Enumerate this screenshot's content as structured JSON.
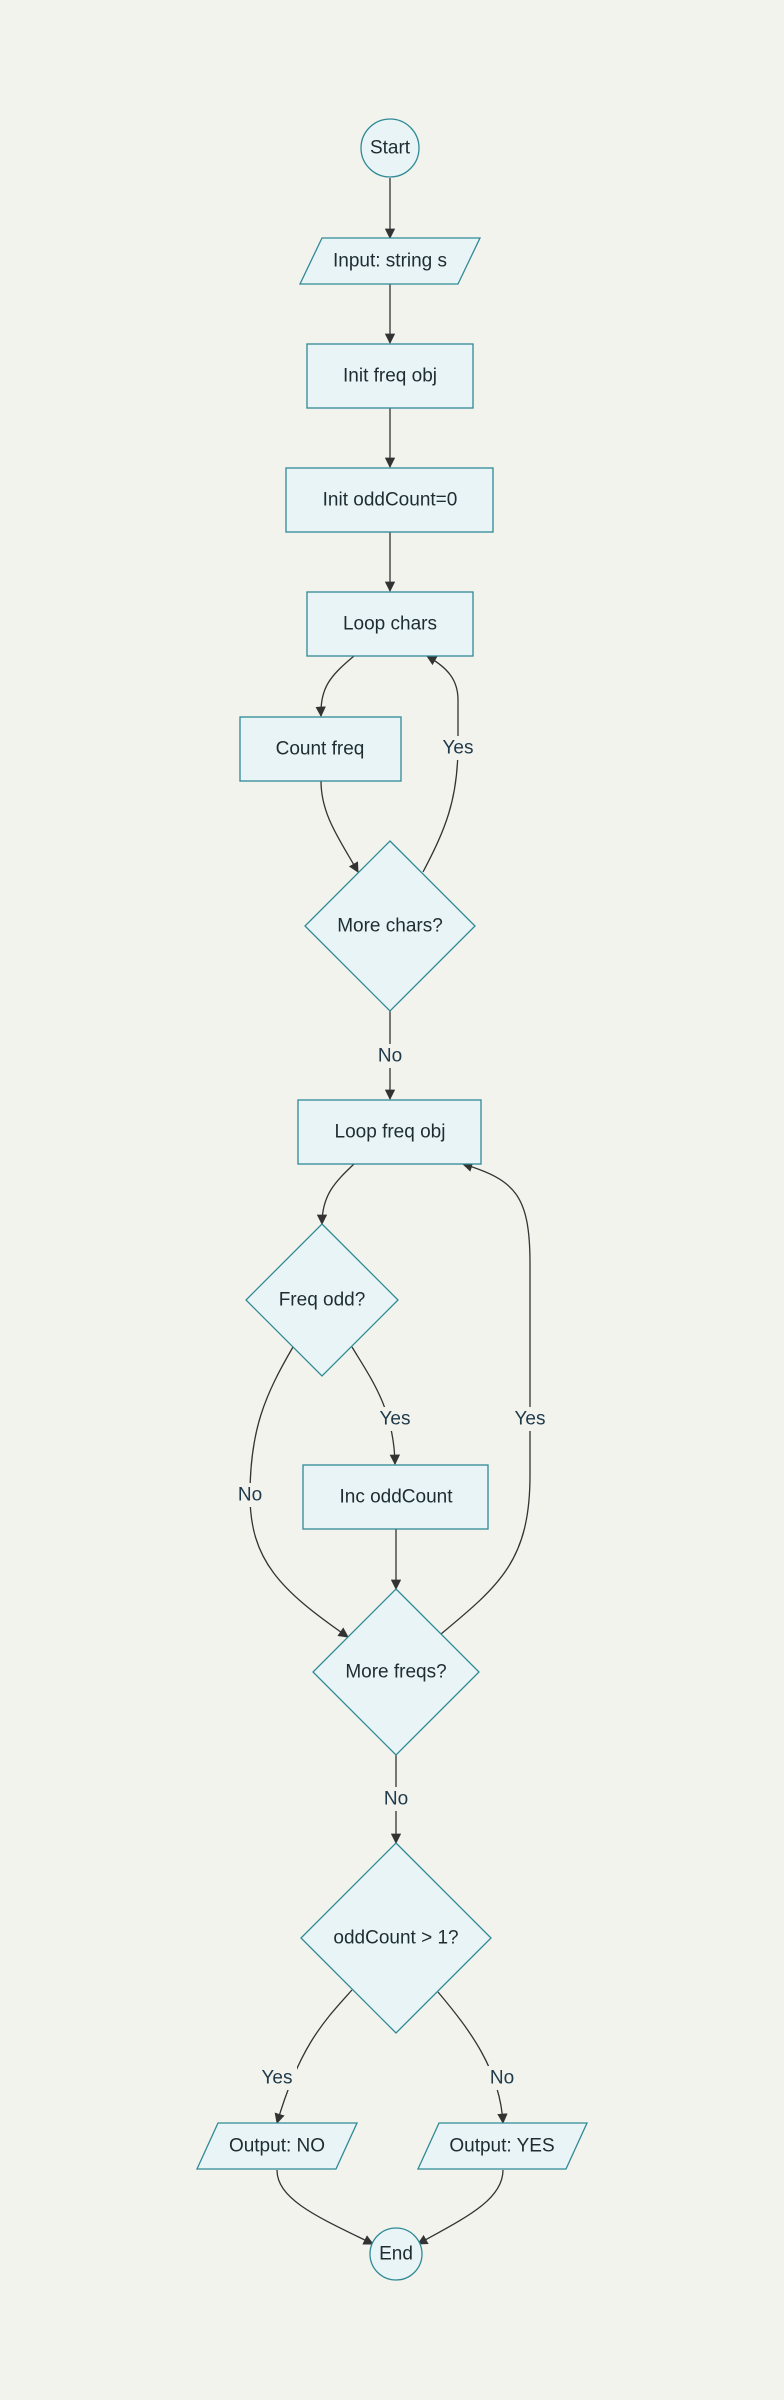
{
  "colors": {
    "background": "#f3f3ee",
    "node_fill": "#e8f4f5",
    "node_stroke": "#2f8a96",
    "edge": "#333333",
    "text": "#1f2d33"
  },
  "nodes": {
    "start": "Start",
    "input": "Input: string s",
    "init_freq": "Init freq obj",
    "init_odd": "Init oddCount=0",
    "loop_chars": "Loop chars",
    "count_freq": "Count freq",
    "more_chars": "More chars?",
    "loop_freq": "Loop freq obj",
    "freq_odd": "Freq odd?",
    "inc_odd": "Inc oddCount",
    "more_freqs": "More freqs?",
    "odd_gt1": "oddCount > 1?",
    "out_no": "Output: NO",
    "out_yes": "Output: YES",
    "end": "End"
  },
  "edge_labels": {
    "more_chars_yes": "Yes",
    "more_chars_no": "No",
    "freq_odd_yes": "Yes",
    "freq_odd_no": "No",
    "more_freqs_yes": "Yes",
    "more_freqs_no": "No",
    "odd_gt1_yes": "Yes",
    "odd_gt1_no": "No"
  }
}
